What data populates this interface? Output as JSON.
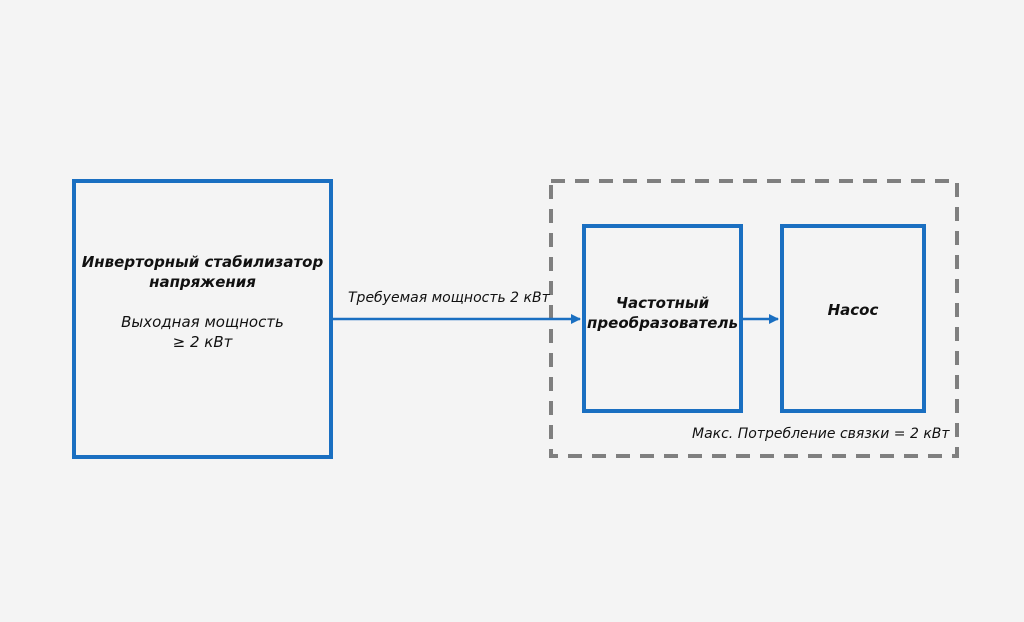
{
  "colors": {
    "background": "#f4f4f4",
    "box_border": "#1a6fc1",
    "arrow": "#1a6fc1",
    "dashed_border": "#7f7f7f",
    "text": "#111111"
  },
  "inverter": {
    "title": "Инверторный стабилизатор\nнапряжения",
    "output": "Выходная мощность\n≥ 2 кВт"
  },
  "edge_inverter_to_vfd": {
    "label": "Требуемая мощность 2 кВт"
  },
  "vfd": {
    "title": "Частотный\nпреобразователь"
  },
  "pump": {
    "title": "Насос"
  },
  "group": {
    "caption": "Макс. Потребление связки = 2 кВт"
  }
}
